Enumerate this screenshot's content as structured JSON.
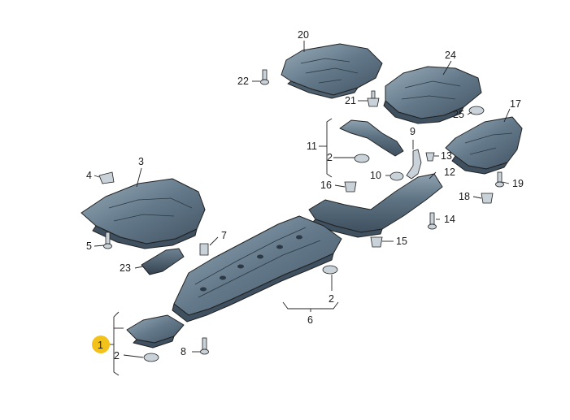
{
  "labels": {
    "l1": "1",
    "l2a": "2",
    "l2b": "2",
    "l2c": "2",
    "l2d": "2",
    "l3": "3",
    "l4": "4",
    "l5": "5",
    "l6": "6",
    "l7": "7",
    "l8": "8",
    "l9": "9",
    "l10": "10",
    "l11": "11",
    "l12": "12",
    "l13": "13",
    "l14": "14",
    "l15": "15",
    "l16": "16",
    "l17": "17",
    "l18": "18",
    "l19": "19",
    "l20": "20",
    "l21": "21",
    "l22": "22",
    "l23": "23",
    "l24": "24",
    "l25": "25"
  },
  "colors": {
    "panel_dark": "#3f5060",
    "panel_mid": "#5d7282",
    "panel_light": "#8ea2b0",
    "hardware": "#c9d2d8",
    "highlight_marker": "#f2c21b"
  }
}
